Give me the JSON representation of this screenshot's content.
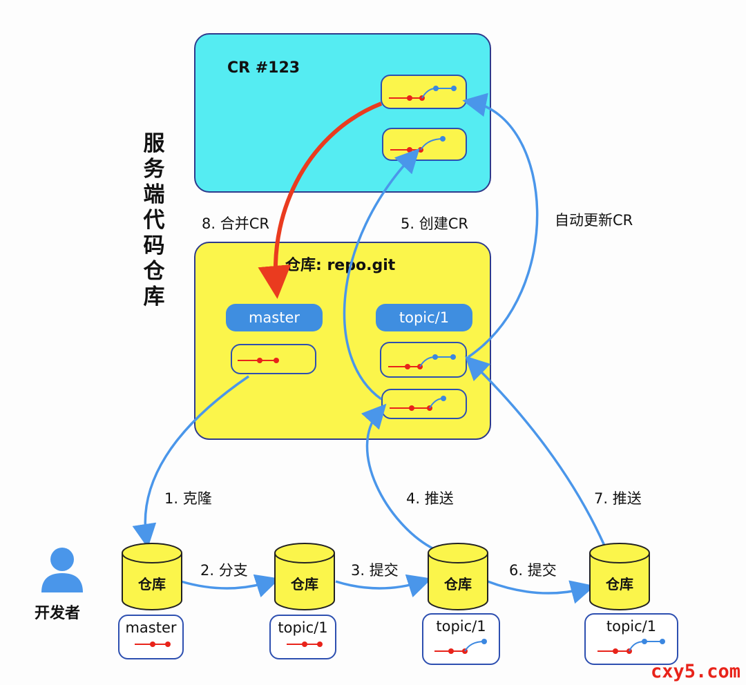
{
  "server_title": "服务端代码仓库",
  "cr_box": {
    "title": "CR #123"
  },
  "repo_box": {
    "title": "仓库: repo.git",
    "branch_master": "master",
    "branch_topic": "topic/1"
  },
  "steps": {
    "s1": "1. 克隆",
    "s2": "2. 分支",
    "s3": "3. 提交",
    "s4": "4. 推送",
    "s5": "5. 创建CR",
    "s6": "6. 提交",
    "s7": "7. 推送",
    "s8": "8. 合并CR",
    "auto": "自动更新CR"
  },
  "developer": "开发者",
  "local_repos": [
    {
      "db_label": "仓库",
      "branch": "master"
    },
    {
      "db_label": "仓库",
      "branch": "topic/1"
    },
    {
      "db_label": "仓库",
      "branch": "topic/1"
    },
    {
      "db_label": "仓库",
      "branch": "topic/1"
    }
  ],
  "watermark": "cxy5.com",
  "colors": {
    "cr_bg": "#55ecf2",
    "repo_bg": "#fbf54b",
    "arrow_blue": "#4a96ea",
    "arrow_red": "#ea3b1f",
    "commit_red": "#e8231a",
    "commit_blue": "#3b87e0"
  }
}
